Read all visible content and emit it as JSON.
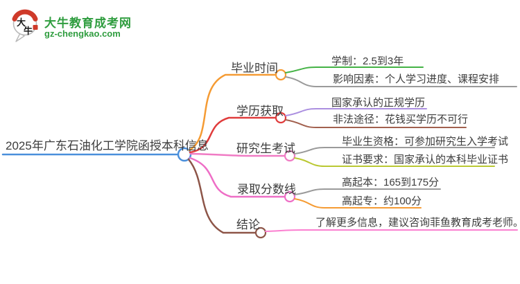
{
  "logo": {
    "title": "大牛教育成考网",
    "url": "gz-chengkao.com",
    "icon_text_top": "大",
    "icon_text_bottom": "牛",
    "brand_color": "#2f9d3f",
    "seal_color": "#cf3a2a"
  },
  "map": {
    "root": {
      "label": "2025年广东石油化工学院函授本科信息",
      "color": "#4a8fdb"
    },
    "branches": [
      {
        "label": "毕业时间",
        "color": "#f59b33",
        "children": [
          {
            "label": "学制：2.5到3年",
            "color": "#43b244"
          },
          {
            "label": "影响因素：个人学习进度、课程安排",
            "color": "#9a9a9a"
          }
        ]
      },
      {
        "label": "学历获取",
        "color": "#e03c3c",
        "children": [
          {
            "label": "国家承认的正规学历",
            "color": "#ab8fe0"
          },
          {
            "label": "非法途径：花钱买学历不可行",
            "color": "#a2604e"
          }
        ]
      },
      {
        "label": "研究生考试",
        "color": "#f07bc4",
        "children": [
          {
            "label": "毕业生资格：可参加研究生入学考试",
            "color": "#9a9a9a"
          },
          {
            "label": "证书要求：国家承认的本科毕业证书",
            "color": "#bac832"
          }
        ]
      },
      {
        "label": "录取分数线",
        "color": "#ee6ec6",
        "children": [
          {
            "label": "高起本：165到175分",
            "color": "#9a9a9a"
          },
          {
            "label": "高起专：约100分",
            "color": "#f59b33"
          }
        ]
      },
      {
        "label": "结论",
        "color": "#8d5548",
        "children": [
          {
            "label": "了解更多信息，建议咨询菲鱼教育成考老师。",
            "color": "#fb7fd0"
          }
        ]
      }
    ]
  }
}
